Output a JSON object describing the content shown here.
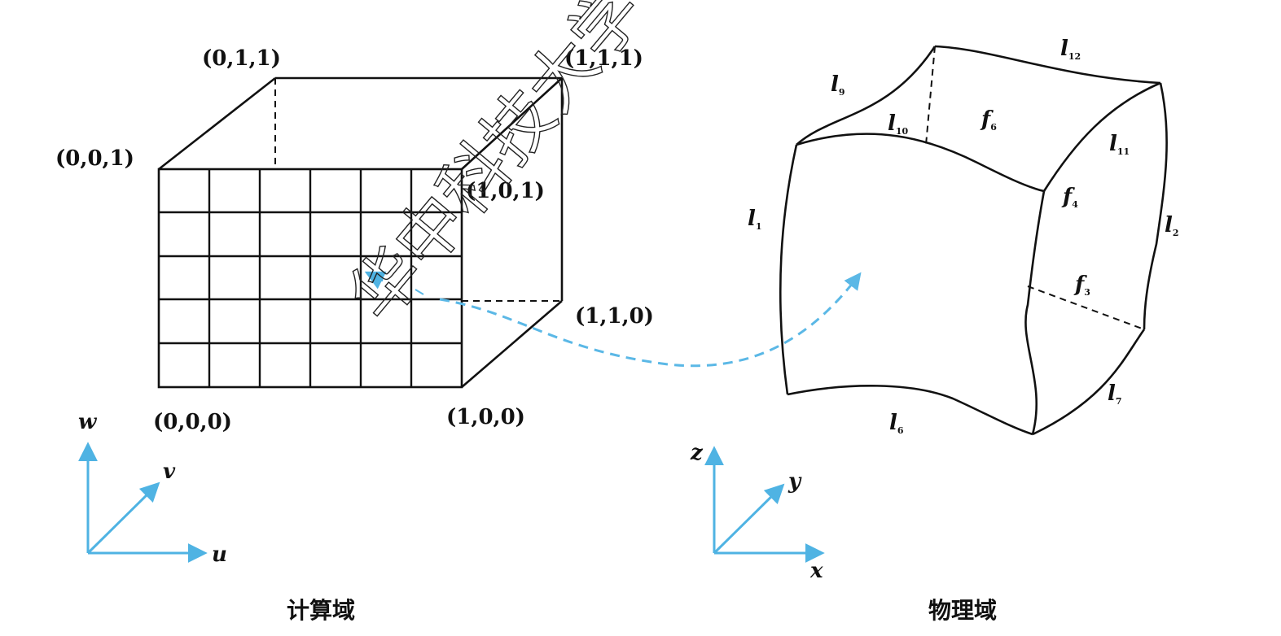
{
  "watermark": "华中科技大学",
  "computational_domain": {
    "caption": "计算域",
    "vertices": {
      "v000": "(0,0,0)",
      "v100": "(1,0,0)",
      "v001": "(0,0,1)",
      "v101": "(1,0,1)",
      "v011": "(0,1,1)",
      "v111": "(1,1,1)",
      "v110": "(1,1,0)"
    },
    "axes": {
      "u": "u",
      "v": "v",
      "w": "w"
    }
  },
  "physical_domain": {
    "caption": "物理域",
    "edges": [
      {
        "base": "l",
        "sub": "1"
      },
      {
        "base": "l",
        "sub": "2"
      },
      {
        "base": "l",
        "sub": "6"
      },
      {
        "base": "l",
        "sub": "7"
      },
      {
        "base": "l",
        "sub": "9"
      },
      {
        "base": "l",
        "sub": "10"
      },
      {
        "base": "l",
        "sub": "11"
      },
      {
        "base": "l",
        "sub": "12"
      }
    ],
    "faces": [
      {
        "base": "f",
        "sub": "3"
      },
      {
        "base": "f",
        "sub": "4"
      },
      {
        "base": "f",
        "sub": "6"
      }
    ],
    "axes": {
      "x": "x",
      "y": "y",
      "z": "z"
    }
  },
  "colors": {
    "mapping_arrow": "#5bb8e6",
    "axis_arrow": "#4fb3e3",
    "lines": "#111111"
  }
}
